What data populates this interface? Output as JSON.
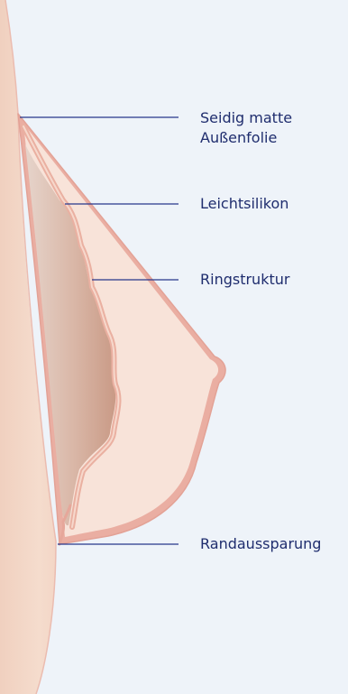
{
  "labels": {
    "outer_film": {
      "line1": "Seidig matte",
      "line2": "Außenfolie"
    },
    "light_silicone": "Leichtsilikon",
    "ring_structure": "Ringstruktur",
    "edge_recess": "Randaussparung"
  },
  "colors": {
    "background": "#eef3f9",
    "body": "#f3d8c8",
    "body_edge": "#e9a9a0",
    "insert_fill": "#f7e2d8",
    "insert_outline": "#e9aea0",
    "inner_shadow": "#cfa796",
    "inner_shadow_light": "#e8d6cc",
    "leader_line": "#27378c",
    "label_text": "#1f2d6e"
  }
}
